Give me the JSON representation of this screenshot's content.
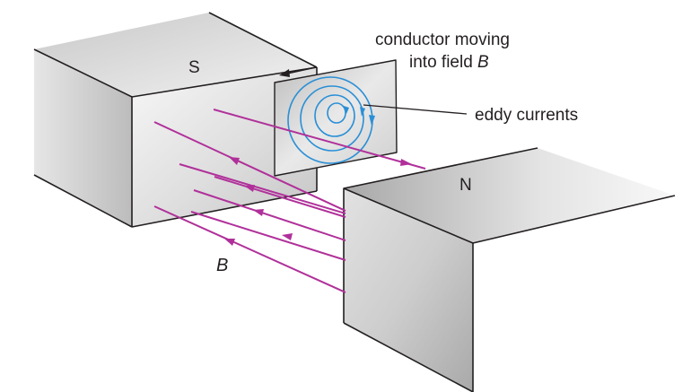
{
  "poles": {
    "south": "S",
    "north": "N"
  },
  "labels": {
    "conductor_line1": "conductor moving",
    "conductor_line2_text": "into field ",
    "conductor_line2_symbol": "B",
    "eddy": "eddy currents",
    "field": "B"
  },
  "colors": {
    "field_lines": "#b0309a",
    "eddy_currents": "#2a8fd6",
    "outline": "#231f20"
  }
}
